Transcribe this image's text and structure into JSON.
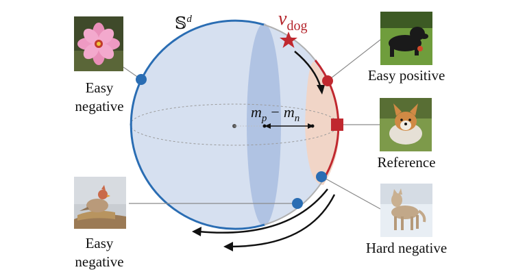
{
  "sphere": {
    "dimension_label": "𝕊",
    "dimension_sup": "d",
    "anchor_label_main": "v",
    "anchor_label_sub": "dog",
    "margin_label": {
      "m1": "m",
      "m1_sub": "p",
      "minus": "−",
      "m2": "m",
      "m2_sub": "n"
    }
  },
  "examples": [
    {
      "id": "easy-negative-flower",
      "label_lines": [
        "Easy",
        "negative"
      ],
      "icon": "pink-flower-photo"
    },
    {
      "id": "easy-negative-bird",
      "label_lines": [
        "Easy",
        "negative"
      ],
      "icon": "bird-photo"
    },
    {
      "id": "easy-positive",
      "label_lines": [
        "Easy positive"
      ],
      "icon": "black-dog-photo"
    },
    {
      "id": "reference",
      "label_lines": [
        "Reference"
      ],
      "icon": "corgi-photo"
    },
    {
      "id": "hard-negative",
      "label_lines": [
        "Hard negative"
      ],
      "icon": "wolf-photo"
    }
  ],
  "colors": {
    "sphere_fill": "#d6e0f0",
    "disc_fill": "#a9bde0",
    "cap_fill": "#f2d4c4",
    "sphere_stroke": "#2a6db3",
    "red": "#c0282f",
    "blue_point": "#2a6db3",
    "gray_line": "#8a8a8a"
  }
}
